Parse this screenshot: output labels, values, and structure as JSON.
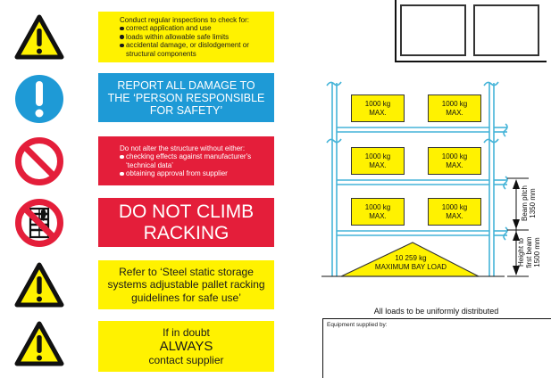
{
  "signs": [
    {
      "icon": "warning-triangle-icon",
      "color": "#fff200",
      "heading": "Conduct regular inspections to check for:",
      "bullets": [
        "correct application and use",
        "loads within allowable safe limits",
        "accidental damage, or dislodgement or structural components"
      ]
    },
    {
      "icon": "mandatory-exclamation-icon",
      "color": "#1e9ad6",
      "lines": [
        "REPORT ALL DAMAGE TO",
        "THE ‘PERSON RESPONSIBLE",
        "FOR SAFETY’"
      ]
    },
    {
      "icon": "prohibition-icon",
      "color": "#e41e3a",
      "heading": "Do not alter the structure without either:",
      "bullets": [
        "checking effects against manufacturer's ‘technical data’",
        "obtaining approval from supplier"
      ]
    },
    {
      "icon": "no-climbing-icon",
      "color": "#e41e3a",
      "lines": [
        "DO NOT CLIMB",
        "RACKING"
      ]
    },
    {
      "icon": "warning-triangle-icon",
      "color": "#fff200",
      "lines": [
        "Refer to ‘Steel static storage",
        "systems adjustable pallet racking",
        "guidelines for safe use’"
      ]
    },
    {
      "icon": "warning-triangle-icon",
      "color": "#fff200",
      "lines": [
        "If in doubt",
        "ALWAYS",
        "contact supplier"
      ]
    }
  ],
  "diagram": {
    "beam_color": "#45b4d8",
    "load_color": "#fff200",
    "unit_loads": [
      {
        "weight": "1000 kg",
        "label": "MAX."
      },
      {
        "weight": "1000 kg",
        "label": "MAX."
      },
      {
        "weight": "1000 kg",
        "label": "MAX."
      },
      {
        "weight": "1000 kg",
        "label": "MAX."
      },
      {
        "weight": "1000 kg",
        "label": "MAX."
      },
      {
        "weight": "1000 kg",
        "label": "MAX."
      }
    ],
    "bay_load": {
      "weight": "10 259 kg",
      "label": "MAXIMUM BAY LOAD"
    },
    "beam_pitch": {
      "label": "Beam pitch",
      "value": "1350 mm"
    },
    "first_beam": {
      "label1": "Height to",
      "label2": "first beam",
      "value": "1500 mm"
    }
  },
  "footer": {
    "note": "All loads to be uniformly distributed",
    "supplier_label": "Equipment supplied by:"
  }
}
